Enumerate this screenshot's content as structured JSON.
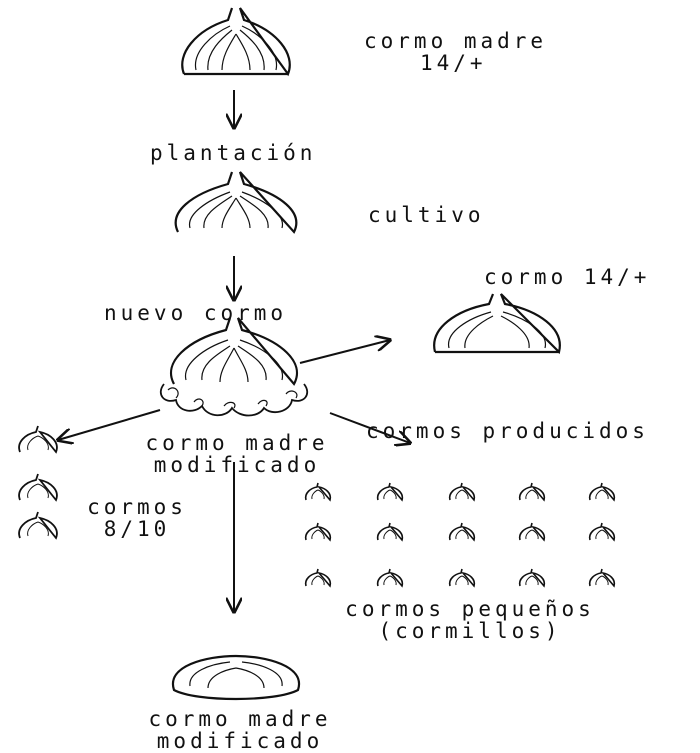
{
  "labels": {
    "mother_corm": "cormo madre",
    "mother_corm_size": "14/+",
    "planting": "plantación",
    "cultivation": "cultivo",
    "new_corm": "nuevo cormo",
    "corm_size_top": "cormo 14/+",
    "modified_mother_corm_l1": "cormo madre",
    "modified_mother_corm_l2": "modificado",
    "produced_corms": "cormos producidos",
    "corms_mid_l1": "cormos",
    "corms_mid_l2": "8/10",
    "small_corms_l1": "cormos pequeños",
    "small_corms_l2": "(cormillos)",
    "final_l1": "cormo madre",
    "final_l2": "modificado"
  },
  "icons": {
    "corm": "corm-icon",
    "arrow": "arrow-icon",
    "cormel": "cormel-icon"
  },
  "colors": {
    "ink": "#111111",
    "background": "#ffffff"
  }
}
